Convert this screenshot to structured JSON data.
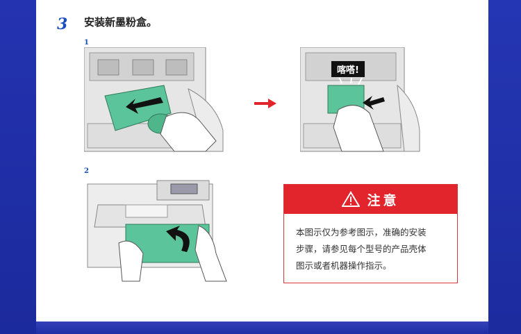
{
  "step": {
    "number": "3",
    "title": "安装新墨粉盒。"
  },
  "figures": [
    {
      "label": "1",
      "callout": ""
    },
    {
      "label": "",
      "callout": "喀嗒!"
    },
    {
      "label": "2",
      "callout": ""
    }
  ],
  "colors": {
    "accent_blue": "#1f2fa6",
    "notice_red": "#e2242c",
    "toner_green": "#5cc49a"
  },
  "notice": {
    "icon": "warning-triangle-icon",
    "title": "注意",
    "lines": [
      "本图示仅为参考图示，准确的安装",
      "步骤，请参见每个型号的产品壳体",
      "图示或者机器操作指示。"
    ]
  }
}
